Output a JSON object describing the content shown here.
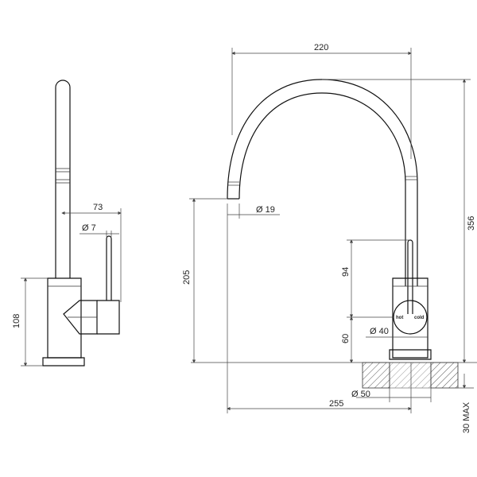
{
  "side_view": {
    "dim_reach": "73",
    "dim_handle_diameter": "Ø 7",
    "dim_base_height": "108"
  },
  "front_view": {
    "dim_spout_width": "220",
    "dim_spout_diameter": "Ø 19",
    "dim_spout_outlet_height": "205",
    "dim_total_height": "356",
    "dim_handle_height": "94",
    "dim_body_height": "60",
    "dim_body_diameter": "Ø 40",
    "dim_hole_diameter": "Ø 50",
    "dim_overall_reach": "255",
    "dim_max_thickness": "30 MAX",
    "label_hot": "hot",
    "label_cold": "cold"
  },
  "colors": {
    "line": "#111111",
    "hatch": "#555555",
    "background": "#ffffff"
  }
}
